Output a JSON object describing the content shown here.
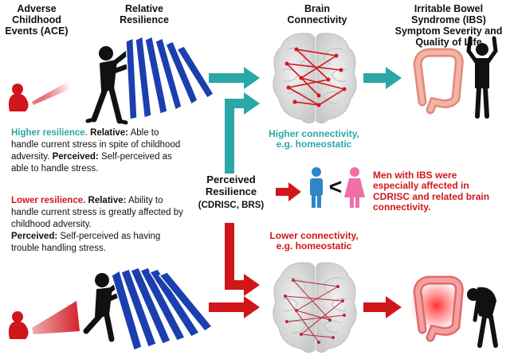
{
  "headers": {
    "ace": "Adverse Childhood Events (ACE)",
    "resilience": "Relative Resilience",
    "brain": "Brain Connectivity",
    "ibs": "Irritable Bowel Syndrome (IBS) Symptom Severity and Quality of Life"
  },
  "higher": {
    "lead": "Higher resilience.",
    "relative_label": "Relative:",
    "relative_text": "Able to handle current stress in spite of childhood adversity.",
    "perceived_label": "Perceived:",
    "perceived_text": "Self-perceived as able to handle stress."
  },
  "lower": {
    "lead": "Lower resilience.",
    "relative_label": "Relative:",
    "relative_text": "Ability to handle current stress is greatly affected by childhood adversity.",
    "perceived_label": "Perceived:",
    "perceived_text": "Self-perceived as having trouble handling stress."
  },
  "perceived_center": {
    "title": "Perceived Resilience",
    "scales": "(CDRISC, BRS)"
  },
  "higher_connectivity": "Higher connectivity, e.g. homeostatic",
  "lower_connectivity": "Lower connectivity, e.g. homeostatic",
  "comparison_symbol": "<",
  "men_note": "Men with IBS were especially affected in CDRISC and related brain connectivity.",
  "colors": {
    "teal": "#2aa7a7",
    "red": "#d0161b",
    "blue_dominoes": "#1b3fae",
    "male_icon": "#2f86c6",
    "female_icon": "#ef6fa6",
    "brain_gray": "#d8d8d8"
  },
  "icons": [
    "child-icon",
    "pushing-figure-icon",
    "domino-icon",
    "brain-icon",
    "colon-icon",
    "happy-figure-icon",
    "slumped-figure-icon",
    "male-icon",
    "female-icon",
    "arrow-icon"
  ]
}
